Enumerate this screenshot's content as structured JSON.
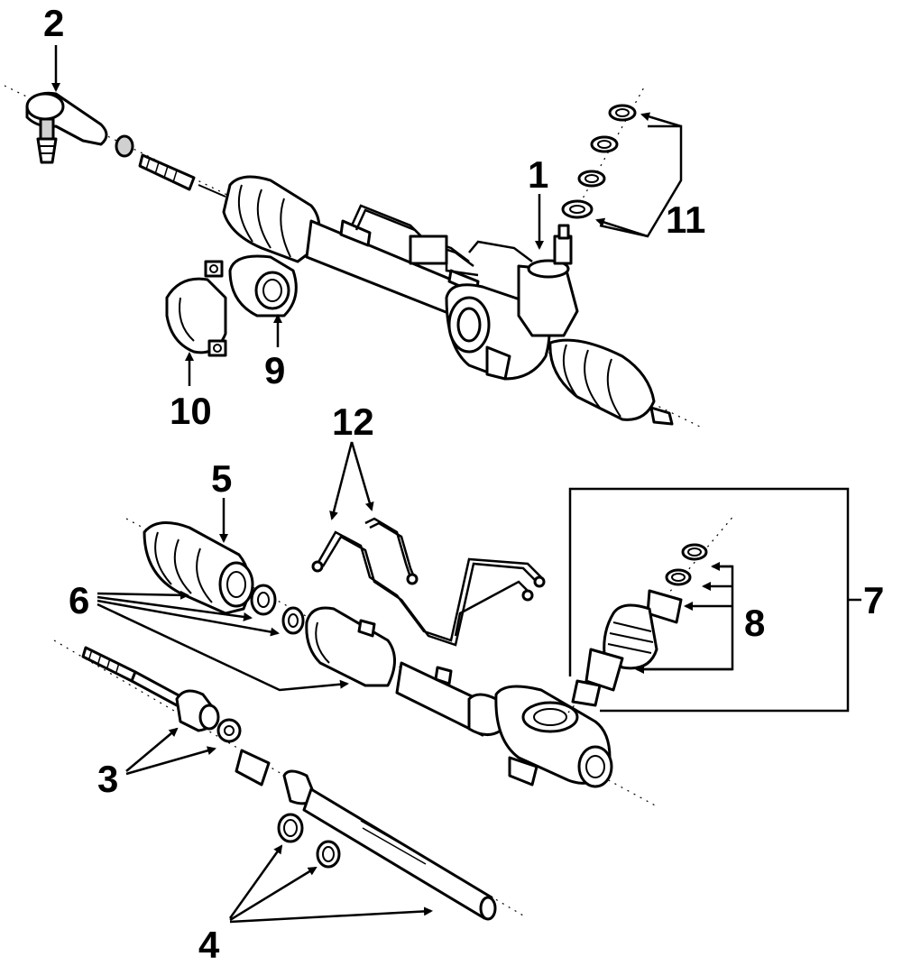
{
  "callouts": [
    {
      "id": "2",
      "text": "2"
    },
    {
      "id": "1",
      "text": "1"
    },
    {
      "id": "11",
      "text": "11"
    },
    {
      "id": "9",
      "text": "9"
    },
    {
      "id": "10",
      "text": "10"
    },
    {
      "id": "12",
      "text": "12"
    },
    {
      "id": "5",
      "text": "5"
    },
    {
      "id": "6",
      "text": "6"
    },
    {
      "id": "7",
      "text": "7"
    },
    {
      "id": "8",
      "text": "8"
    },
    {
      "id": "3",
      "text": "3"
    },
    {
      "id": "4",
      "text": "4"
    }
  ]
}
